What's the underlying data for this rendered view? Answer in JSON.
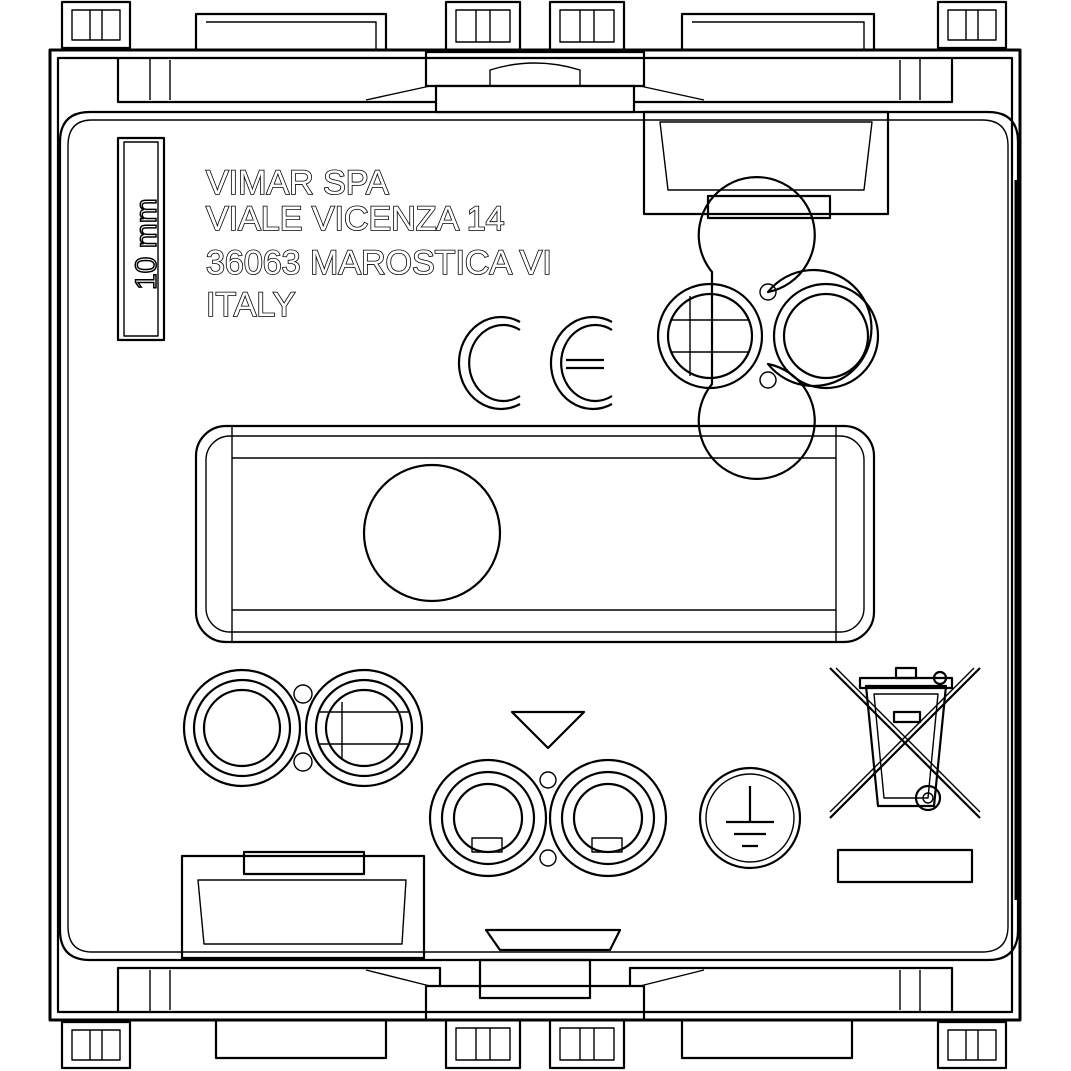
{
  "label": {
    "line1": "VIMAR SPA",
    "line2": "VIALE VICENZA 14",
    "line3": "36063 MAROSTICA VI",
    "line4": "ITALY"
  },
  "scale_marker": "10 mm",
  "marks": {
    "ce": "CE",
    "earth_symbol": "ground-icon",
    "weee_symbol": "crossed-bin-icon",
    "direction_symbol": "triangle-down-icon"
  }
}
